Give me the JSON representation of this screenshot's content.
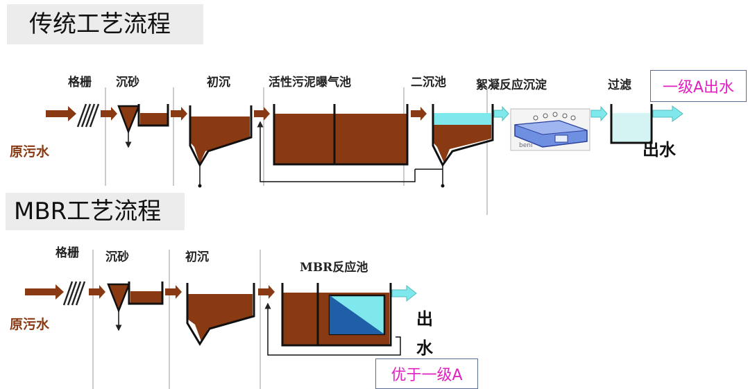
{
  "sections": {
    "traditional": {
      "title": "传统工艺流程",
      "inflow_label": "原污水",
      "stages": [
        "格栅",
        "沉砂",
        "初沉",
        "活性污泥曝气池",
        "二沉池",
        "絮凝反应沉淀",
        "过滤"
      ],
      "outflow_label": "出水",
      "quality_label": "一级A出水",
      "equipment_caption": "beni"
    },
    "mbr": {
      "title": "MBR工艺流程",
      "inflow_label": "原污水",
      "stages": [
        "格栅",
        "沉砂",
        "初沉",
        "MBR反应池"
      ],
      "outflow_label_line1": "出",
      "outflow_label_line2": "水",
      "quality_label": "优于一级A"
    }
  },
  "colors": {
    "sludge": "#8a3a12",
    "arrow": "#8a3a12",
    "water": "#7fe8ec",
    "membrane": "#1f5fa8",
    "quality_text": "#e020c0",
    "title_bg": "#ececec"
  }
}
